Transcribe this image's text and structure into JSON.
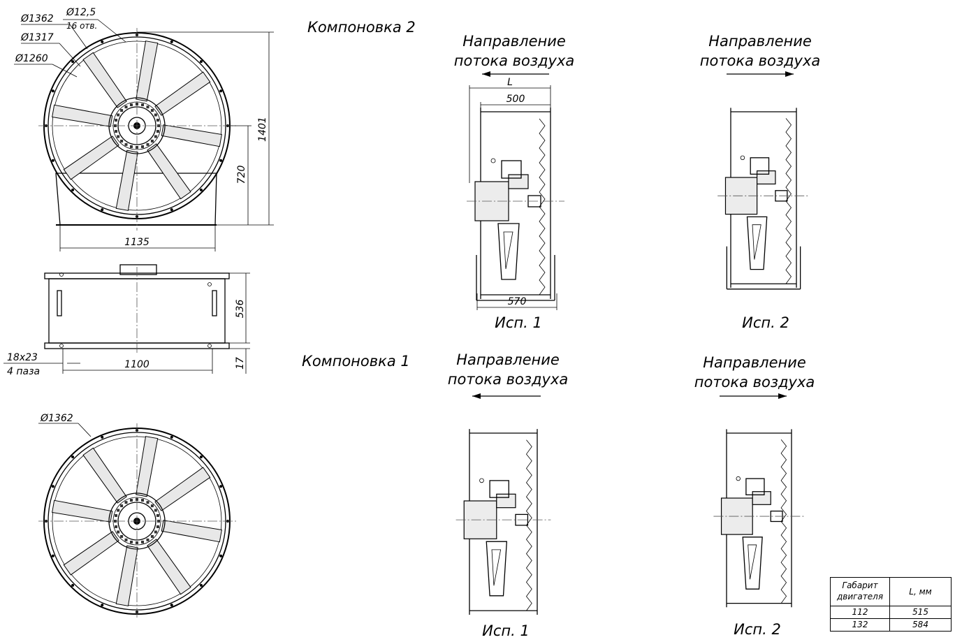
{
  "layout_titles": {
    "layout2": "Компоновка 2",
    "layout1": "Компоновка 1"
  },
  "flow_label": {
    "line1": "Направление",
    "line2": "потока воздуха"
  },
  "variants": {
    "v1": "Исп. 1",
    "v2": "Исп. 2"
  },
  "front_view": {
    "d_outer": "Ø1362",
    "hole_size": "Ø12,5",
    "hole_count": "16 отв.",
    "d_mid": "Ø1317",
    "d_inner": "Ø1260",
    "height_total": "1401",
    "axis_height": "720",
    "base_width": "1135"
  },
  "side_view": {
    "height": "536",
    "flange": "17",
    "slot": "18x23",
    "slot_count": "4 паза",
    "base_length": "1100"
  },
  "bottom_front_view": {
    "d_outer": "Ø1362"
  },
  "profile_dims": {
    "L": "L",
    "width_500": "500",
    "width_570": "570"
  },
  "table": {
    "header_col1_line1": "Габарит",
    "header_col1_line2": "двигателя",
    "header_col2": "L, мм",
    "rows": [
      {
        "motor": "112",
        "L": "515"
      },
      {
        "motor": "132",
        "L": "584"
      }
    ]
  }
}
